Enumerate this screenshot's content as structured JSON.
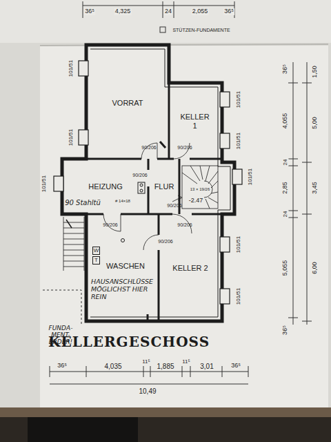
{
  "diagram": {
    "title": "KELLERGESCHOSS",
    "nodes": [
      {
        "text": [
          "VORRAT"
        ]
      },
      {
        "text": [
          "KELLER 1"
        ]
      },
      {
        "text": [
          "HEIZUNG"
        ]
      },
      {
        "text": [
          "FLUR"
        ]
      },
      {
        "text": [
          "WASCHEN",
          "HAUSANSCHLÜSSE MÖGLICHST HIER REIN"
        ]
      },
      {
        "text": [
          "KELLER 2"
        ]
      },
      {
        "text": [
          "W"
        ],
        "in": 4
      },
      {
        "text": [
          "T"
        ],
        "in": 4
      }
    ],
    "labels": [
      "36⁵",
      "4,325",
      "24",
      "2,055",
      "36⁵",
      "STÜTZEN-FUNDAMENTE",
      "101/51",
      "101/51",
      "101/51",
      "101/51",
      "101/51",
      "101/51",
      "101/51",
      "101/51",
      "90/206",
      "90/206",
      "90/206",
      "90/206",
      "90/206",
      "90/206",
      "90/206",
      "90 Stahltü",
      "# 14×18",
      "-2.47",
      "13 × 19/26",
      "FUNDA- MENT- ERDER!",
      "36⁵",
      "4,035",
      "11⁵",
      "1,885",
      "3,01",
      "11⁵",
      "36⁵",
      "10,49",
      "1,50",
      "5,00",
      "3,45",
      "6,00",
      "36⁵",
      "4,055",
      "24",
      "2,85",
      "24",
      "5,055",
      "36⁵"
    ]
  }
}
